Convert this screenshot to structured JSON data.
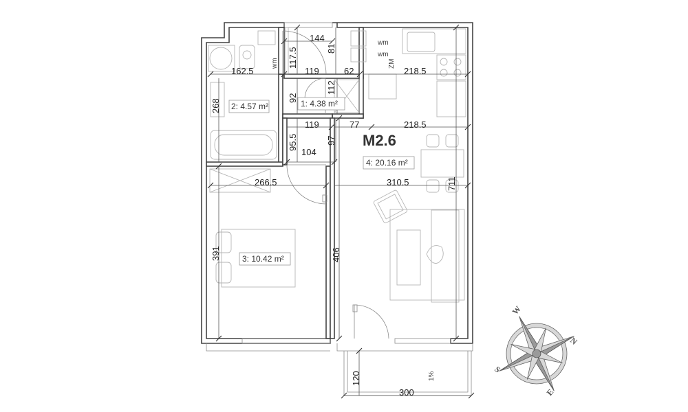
{
  "apartment_id": "M2.6",
  "rooms": [
    {
      "key": "1",
      "label": "1: 4.38 m²"
    },
    {
      "key": "2",
      "label": "2: 4.57 m²"
    },
    {
      "key": "3",
      "label": "3: 10.42 m²"
    },
    {
      "key": "4",
      "label": "4: 20.16 m²"
    }
  ],
  "dimensions": {
    "d144": "144",
    "d117_5": "117.5",
    "d81": "81",
    "d162_5": "162.5",
    "d119_top": "119",
    "d62": "62",
    "d218_5_top": "218.5",
    "d268": "268",
    "d92": "92",
    "d112": "112",
    "d119_mid": "119",
    "d77": "77",
    "d218_5_mid": "218.5",
    "d95_5": "95.5",
    "d97": "97",
    "d104": "104",
    "d266_5": "266.5",
    "d310_5": "310.5",
    "d711": "711",
    "d391": "391",
    "d406": "406",
    "d120": "120",
    "d300": "300",
    "slope": "1%"
  },
  "appliance_labels": {
    "wm_bath": "wm",
    "wm_1": "wm",
    "wm_2": "wm",
    "zm": "ZM"
  },
  "compass": {
    "n": "N",
    "e": "E",
    "s": "S",
    "w": "W"
  }
}
